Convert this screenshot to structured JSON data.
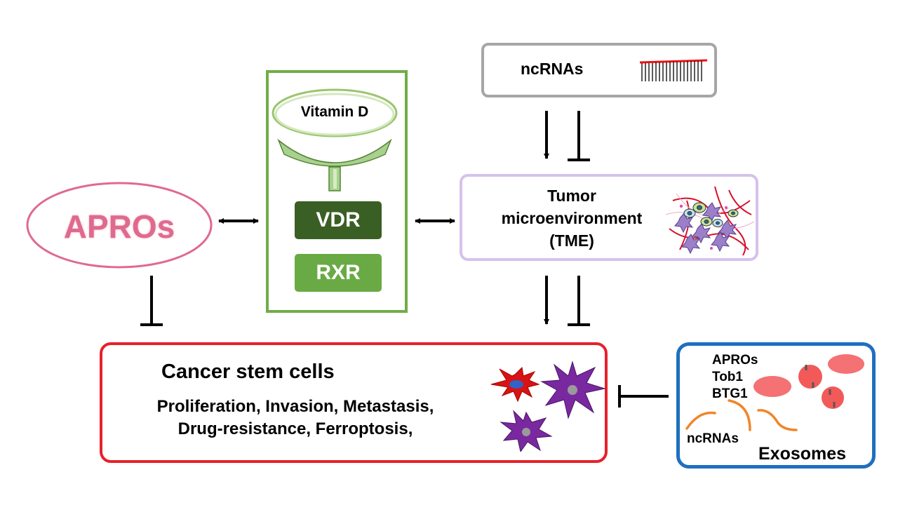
{
  "apros": {
    "label": "APROs"
  },
  "vitamin_d_box": {
    "vitamin_d": "Vitamin D",
    "vdr": "VDR",
    "rxr": "RXR"
  },
  "ncrnas_box": {
    "label": "ncRNAs"
  },
  "tme_box": {
    "line1": "Tumor",
    "line2": "microenvironment",
    "line3": "(TME)"
  },
  "cancer_box": {
    "title": "Cancer stem cells",
    "line1": "Proliferation, Invasion, Metastasis,",
    "line2": "Drug-resistance, Ferroptosis,"
  },
  "exosome_box": {
    "item1": "APROs",
    "item2": "Tob1",
    "item3": "BTG1",
    "ncrnas": "ncRNAs",
    "title": "Exosomes"
  },
  "colors": {
    "apros_pink": "#e06a8e",
    "green_border": "#70ad47",
    "vdr_dark": "#3a5f24",
    "rxr_green": "#6aaa44",
    "gray_border": "#a6a6a6",
    "lilac_border": "#d5c2ea",
    "red_border": "#e8202a",
    "blue_border": "#1f6fbe"
  }
}
